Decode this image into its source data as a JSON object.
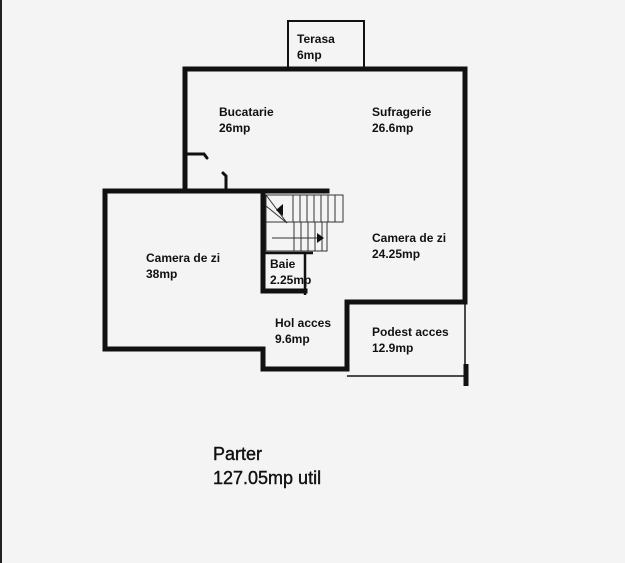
{
  "plan": {
    "title": "Parter",
    "total_area": "127.05mp util",
    "rooms": [
      {
        "name": "Terasa",
        "area": "6mp"
      },
      {
        "name": "Bucatarie",
        "area": "26mp"
      },
      {
        "name": "Sufragerie",
        "area": "26.6mp"
      },
      {
        "name": "Camera de zi",
        "area": "38mp"
      },
      {
        "name": "Camera de zi",
        "area": "24.25mp"
      },
      {
        "name": "Baie",
        "area": "2.25mp"
      },
      {
        "name": "Hol acces",
        "area": "9.6mp"
      },
      {
        "name": "Podest acces",
        "area": "12.9mp"
      }
    ]
  },
  "colors": {
    "background": "#f4f4f4",
    "walls": "#111111"
  }
}
